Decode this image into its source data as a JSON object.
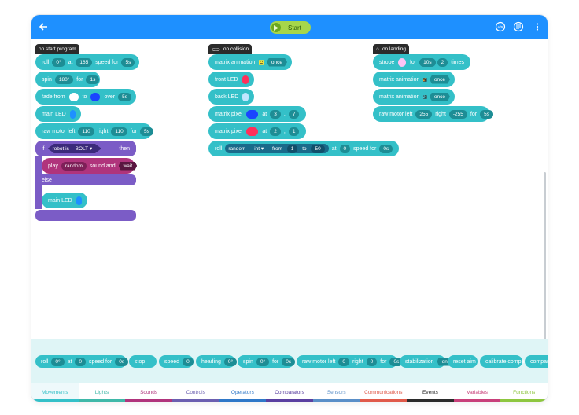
{
  "toolbar": {
    "start_label": "Start",
    "back_icon": "back-arrow-icon",
    "icons": [
      "auto-icon",
      "aim-icon",
      "more-vert-icon"
    ]
  },
  "colors": {
    "topbar": "#1e90ff",
    "block_teal": "#34c0c8",
    "block_purple": "#7b5cc6",
    "block_magenta": "#b0347c",
    "start_green": "#a6d64a"
  },
  "program_start": {
    "hat": "on start program",
    "roll": {
      "label": "roll",
      "heading": "0°",
      "at": "at",
      "speed": "165",
      "speed_for": "speed for",
      "duration": "5s"
    },
    "spin": {
      "label": "spin",
      "degrees": "180°",
      "for": "for",
      "duration": "1s"
    },
    "fade": {
      "label": "fade from",
      "to": "to",
      "over": "over",
      "duration": "5s",
      "from_color": "#ffffff",
      "to_color": "#1a44ff"
    },
    "main_led_1": {
      "label": "main LED",
      "color": "#1e90ff"
    },
    "raw_motor": {
      "label": "raw motor left",
      "left": "110",
      "right_label": "right",
      "right": "110",
      "for": "for",
      "duration": "5s"
    },
    "if_block": {
      "if": "if",
      "cond": "robot is",
      "value": "BOLT",
      "then": "then"
    },
    "play": {
      "label": "play",
      "sound": "random",
      "sound_label": "sound and",
      "wait": "wait"
    },
    "else": "else",
    "main_led_2": {
      "label": "main LED",
      "color": "#1e90ff"
    }
  },
  "on_collision": {
    "hat": "on collision",
    "matrix_anim": {
      "label": "matrix animation",
      "mode": "once"
    },
    "front_led": {
      "label": "front LED",
      "color": "#ff2f5a"
    },
    "back_led": {
      "label": "back LED",
      "color": "#bfe6ff"
    },
    "matrix_pixel_1": {
      "label": "matrix pixel",
      "at": "at",
      "x": "3",
      "y": "7",
      "color": "#1a44ff"
    },
    "matrix_pixel_2": {
      "label": "matrix pixel",
      "at": "at",
      "x": "2",
      "y": "1",
      "color": "#ff2f5a"
    },
    "roll_random": {
      "label": "roll",
      "mode": "random",
      "type": "int",
      "from": "from",
      "min": "1",
      "to": "to",
      "max": "50",
      "at": "at",
      "speed": "0",
      "speed_for": "speed for",
      "duration": "0s"
    }
  },
  "on_landing": {
    "hat": "on landing",
    "strobe": {
      "label": "strobe",
      "for": "for",
      "duration": "10s",
      "times": "2",
      "times_label": "times",
      "color": "#ffc4f4"
    },
    "matrix_anim_1": {
      "label": "matrix animation",
      "mode": "once"
    },
    "matrix_anim_2": {
      "label": "matrix animation",
      "mode": "once"
    },
    "raw_motor": {
      "label": "raw motor left",
      "left": "255",
      "right_label": "right",
      "right": "-255",
      "for": "for",
      "duration": "5s"
    }
  },
  "tray": [
    {
      "label": "roll",
      "v1": "0°",
      "at": "at",
      "v2": "0",
      "speed_for": "speed for",
      "v3": "0s"
    },
    {
      "label": "stop"
    },
    {
      "label": "speed",
      "v1": "0"
    },
    {
      "label": "heading",
      "v1": "0°"
    },
    {
      "label": "spin",
      "v1": "0°",
      "for": "for",
      "v2": "0s"
    },
    {
      "label": "raw motor left",
      "v1": "0",
      "right": "right",
      "v2": "0",
      "for": "for",
      "v3": "0s"
    },
    {
      "label": "stabilization",
      "v1": "on"
    },
    {
      "label": "reset aim"
    },
    {
      "label": "calibrate compass"
    },
    {
      "label": "compass"
    }
  ],
  "categories": [
    {
      "label": "Movements",
      "color": "#34c0c8"
    },
    {
      "label": "Lights",
      "color": "#3fb8a8"
    },
    {
      "label": "Sounds",
      "color": "#b0347c"
    },
    {
      "label": "Controls",
      "color": "#6b5fb0"
    },
    {
      "label": "Operators",
      "color": "#2f78c8"
    },
    {
      "label": "Comparators",
      "color": "#5a3fa0"
    },
    {
      "label": "Sensors",
      "color": "#5a8fc8"
    },
    {
      "label": "Communications",
      "color": "#e05a4a"
    },
    {
      "label": "Events",
      "color": "#2b2b2b"
    },
    {
      "label": "Variables",
      "color": "#c8407a"
    },
    {
      "label": "Functions",
      "color": "#8dc63f"
    }
  ]
}
